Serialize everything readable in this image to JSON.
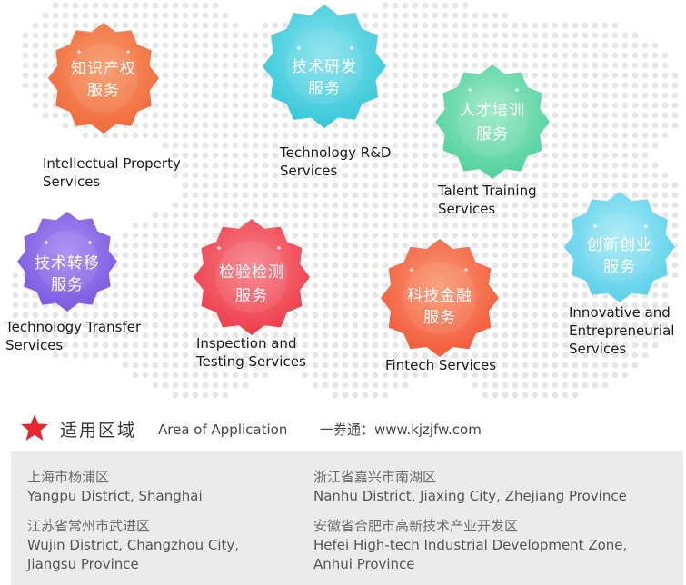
{
  "services": [
    {
      "id": "ip",
      "cn_line1": "知识产权",
      "cn_line2": "服务",
      "en_line1": "Intellectual Property",
      "en_line2": "Services",
      "color": "#f06a3b",
      "color_light": "#f89a6a"
    },
    {
      "id": "rd",
      "cn_line1": "技术研发",
      "cn_line2": "服务",
      "en_line1": "Technology R&D",
      "en_line2": "Services",
      "color": "#35c7d9",
      "color_light": "#8ae3ee"
    },
    {
      "id": "talent",
      "cn_line1": "人才培训",
      "cn_line2": "服务",
      "en_line1": "Talent Training",
      "en_line2": "Services",
      "color": "#52d19e",
      "color_light": "#9ae8c8"
    },
    {
      "id": "transfer",
      "cn_line1": "技术转移",
      "cn_line2": "服务",
      "en_line1": "Technology Transfer",
      "en_line2": "Services",
      "color": "#7a5ae0",
      "color_light": "#a98af2"
    },
    {
      "id": "inspection",
      "cn_line1": "检验检测",
      "cn_line2": "服务",
      "en_line1": "Inspection and",
      "en_line2": "Testing Services",
      "color": "#ee3c4a",
      "color_light": "#f7828a"
    },
    {
      "id": "fintech",
      "cn_line1": "科技金融",
      "cn_line2": "服务",
      "en_line1": "Fintech Services",
      "en_line2": "",
      "color": "#f35a3a",
      "color_light": "#f99a75"
    },
    {
      "id": "innovative",
      "cn_line1": "创新创业",
      "cn_line2": "服务",
      "en_line1": "Innovative and",
      "en_line2": "Entrepreneurial",
      "en_line3": "Services",
      "color": "#5ad0ea",
      "color_light": "#a8eaf6"
    }
  ],
  "area": {
    "title_cn": "适用区域",
    "title_en": "Area of Application",
    "site": "一券通：www.kjzjfw.com",
    "star_color": "#e8262e",
    "locations": [
      {
        "cn": "上海市杨浦区",
        "en_line1": "Yangpu District, Shanghai",
        "en_line2": ""
      },
      {
        "cn": "浙江省嘉兴市南湖区",
        "en_line1": "Nanhu District, Jiaxing City, Zhejiang Province",
        "en_line2": ""
      },
      {
        "cn": "江苏省常州市武进区",
        "en_line1": "Wujin District, Changzhou City,",
        "en_line2": "Jiangsu Province"
      },
      {
        "cn": "安徽省合肥市高新技术产业开发区",
        "en_line1": "Hefei High-tech Industrial Development Zone,",
        "en_line2": "Anhui Province"
      }
    ]
  }
}
